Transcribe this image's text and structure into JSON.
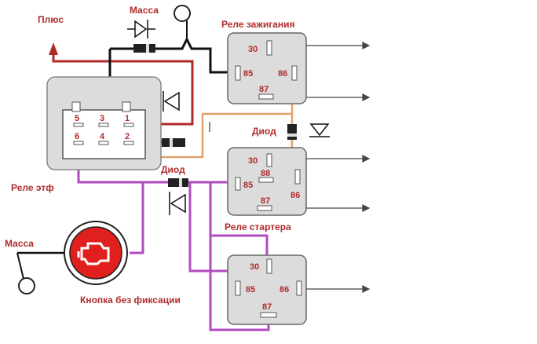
{
  "labels": {
    "plus": "Плюс",
    "ground_top": "Масса",
    "ground_left": "Масса",
    "ignition_relay": "Реле зажигания",
    "diode_right": "Диод",
    "diode_mid": "Диод",
    "etf_relay": "Реле этф",
    "starter_relay": "Реле стартера",
    "button": "Кнопка без фиксации"
  },
  "relay_pins": {
    "p30": "30",
    "p85": "85",
    "p86": "86",
    "p87": "87",
    "p88": "88"
  },
  "etf_pins": [
    "5",
    "3",
    "1",
    "6",
    "4",
    "2"
  ],
  "colors": {
    "red": "#b02a2a",
    "magenta": "#b24bbf",
    "orange": "#e0a46c",
    "black": "#111111",
    "relay_fill": "#dcdcdc",
    "relay_stroke": "#555555",
    "button_red": "#e0201e"
  }
}
